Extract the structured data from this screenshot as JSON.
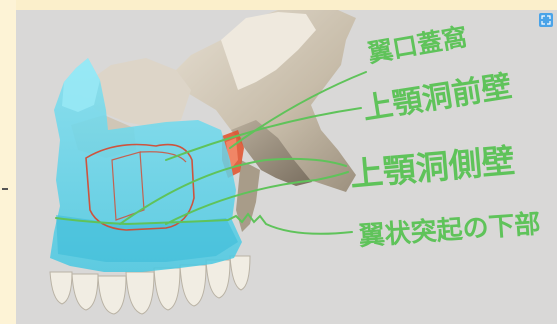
{
  "annotations": [
    {
      "id": "pterygopalatine-fossa",
      "text": "翼口蓋窩"
    },
    {
      "id": "maxillary-sinus-anterior-wall",
      "text": "上顎洞前壁"
    },
    {
      "id": "maxillary-sinus-lateral-wall",
      "text": "上顎洞側壁"
    },
    {
      "id": "pterygoid-process-lower-part",
      "text": "翼状突起の下部"
    }
  ],
  "colors": {
    "annotation_ink": "#5fc35a",
    "highlight_red": "#e0502a",
    "maxilla_transparent": "#5fd4ea",
    "bone": "#c9c0b0",
    "viewer_background": "#d9d8d7",
    "expand_button": "#4aa3e8"
  },
  "icons": {
    "expand": "expand-icon"
  }
}
